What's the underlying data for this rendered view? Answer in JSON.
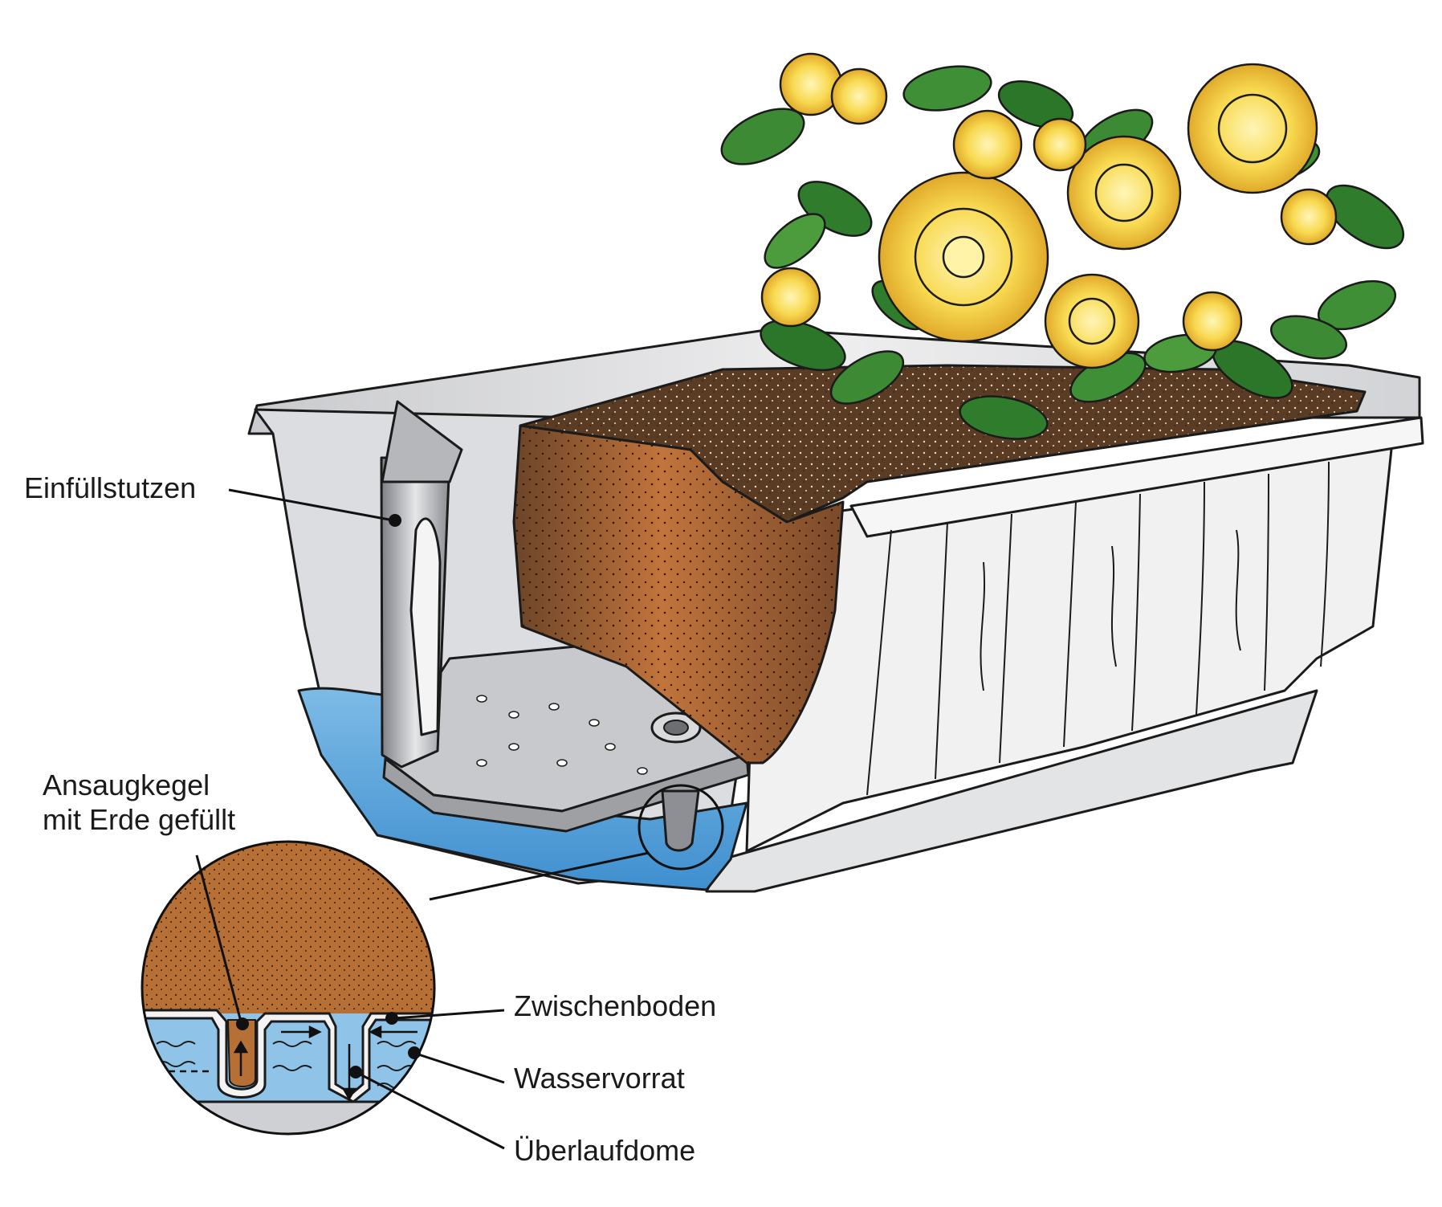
{
  "labels": {
    "einfuellstutzen": "Einfüllstutzen",
    "ansaugkegel_line1": "Ansaugkegel",
    "ansaugkegel_line2": "mit Erde gefüllt",
    "zwischenboden": "Zwischenboden",
    "wasservorrat": "Wasservorrat",
    "ueberlaufdome": "Überlaufdome"
  },
  "colors": {
    "water": "#5ea8dc",
    "water_light": "#a9d3ef",
    "soil": "#5a3b24",
    "soil_cut": "#b8692e",
    "planter": "#e6e6e8",
    "planter_shadow": "#b9babd",
    "leaf": "#2f7d2c",
    "leaf_light": "#6fb84a",
    "flower": "#f7d44c",
    "flower_light": "#fff0a0"
  }
}
